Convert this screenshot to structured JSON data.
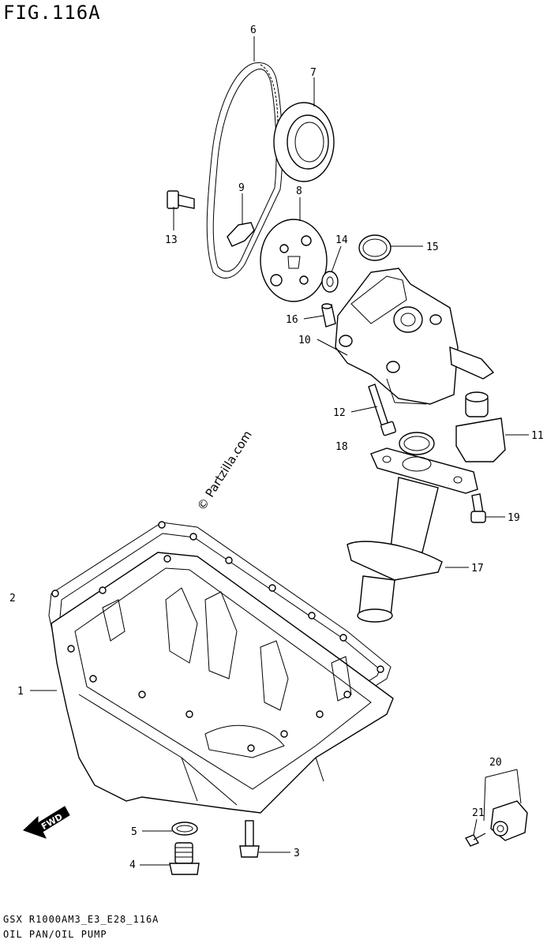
{
  "figure": {
    "title": "FIG.116A",
    "code": "GSX R1000AM3_E3_E28_116A",
    "name": "OIL PAN/OIL PUMP"
  },
  "watermark": "© Partzilla.com",
  "fwd_label": "FWD",
  "callouts": [
    {
      "id": "c1",
      "label": "1"
    },
    {
      "id": "c2",
      "label": "2"
    },
    {
      "id": "c3",
      "label": "3"
    },
    {
      "id": "c4",
      "label": "4"
    },
    {
      "id": "c5",
      "label": "5"
    },
    {
      "id": "c6",
      "label": "6"
    },
    {
      "id": "c7",
      "label": "7"
    },
    {
      "id": "c8",
      "label": "8"
    },
    {
      "id": "c9",
      "label": "9"
    },
    {
      "id": "c10",
      "label": "10"
    },
    {
      "id": "c11",
      "label": "11"
    },
    {
      "id": "c12",
      "label": "12"
    },
    {
      "id": "c13",
      "label": "13"
    },
    {
      "id": "c14",
      "label": "14"
    },
    {
      "id": "c15",
      "label": "15"
    },
    {
      "id": "c16",
      "label": "16"
    },
    {
      "id": "c17",
      "label": "17"
    },
    {
      "id": "c18",
      "label": "18"
    },
    {
      "id": "c19",
      "label": "19"
    },
    {
      "id": "c20",
      "label": "20"
    },
    {
      "id": "c21",
      "label": "21"
    }
  ]
}
